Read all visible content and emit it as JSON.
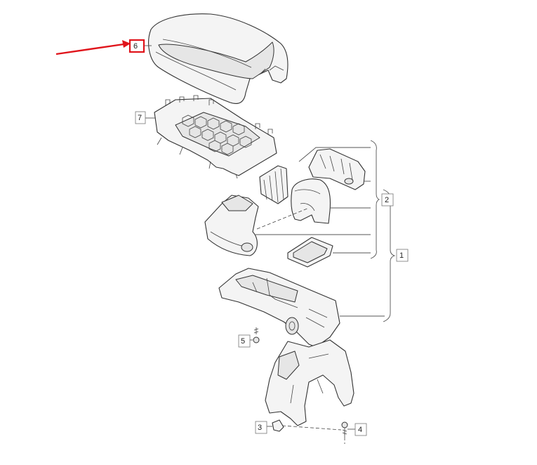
{
  "labels": {
    "p1": "1",
    "p2": "2",
    "p3": "3",
    "p4": "4",
    "p5": "5",
    "p6": "6",
    "p7": "7"
  },
  "colors": {
    "highlight": "#e0141b",
    "line": "#333333",
    "fill": "#f4f4f4"
  }
}
